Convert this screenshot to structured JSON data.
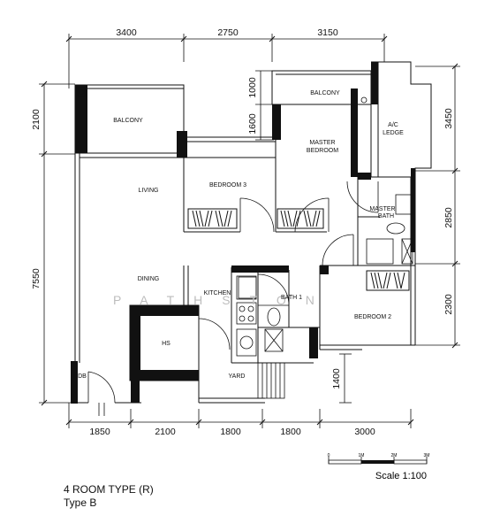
{
  "dimensions": {
    "top": [
      "3400",
      "2750",
      "3150"
    ],
    "bottom": [
      "1850",
      "2100",
      "1800",
      "1800",
      "3000"
    ],
    "left": [
      "2100",
      "7550"
    ],
    "right": [
      "3450",
      "2850",
      "2300"
    ],
    "inner": [
      "1000",
      "1600",
      "1400"
    ]
  },
  "rooms": {
    "balcony_left": "BALCONY",
    "balcony_right": "BALCONY",
    "master_bedroom_line1": "MASTER",
    "master_bedroom_line2": "BEDROOM",
    "ac_ledge_line1": "A/C",
    "ac_ledge_line2": "LEDGE",
    "living": "LIVING",
    "bedroom3": "BEDROOM 3",
    "master_bath_line1": "MASTER",
    "master_bath_line2": "BATH",
    "dining": "DINING",
    "kitchen": "KITCHEN",
    "bath1": "BATH 1",
    "bedroom2": "BEDROOM 2",
    "hs": "HS",
    "yard": "YARD",
    "db": "DB"
  },
  "watermark": "PATHSTON",
  "scale": {
    "ticks": [
      "0",
      "1M",
      "2M",
      "3M"
    ],
    "label": "Scale 1:100"
  },
  "caption": {
    "line1": "4 ROOM TYPE (R)",
    "line2": "Type B"
  }
}
